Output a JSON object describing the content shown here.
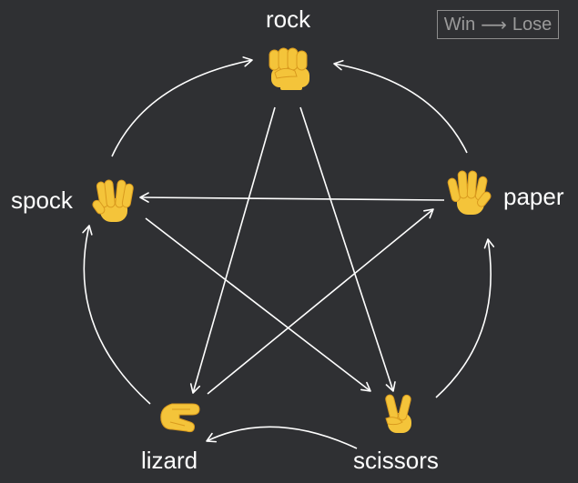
{
  "legend": {
    "win": "Win",
    "arrow": "⟶",
    "lose": "Lose"
  },
  "nodes": {
    "rock": {
      "label": "rock",
      "icon": "raised-fist-icon"
    },
    "paper": {
      "label": "paper",
      "icon": "raised-hand-fingers-splayed-icon"
    },
    "scissors": {
      "label": "scissors",
      "icon": "victory-hand-icon"
    },
    "lizard": {
      "label": "lizard",
      "icon": "pinching-hand-icon"
    },
    "spock": {
      "label": "spock",
      "icon": "vulcan-salute-icon"
    }
  },
  "beats": [
    {
      "from": "rock",
      "to": "scissors"
    },
    {
      "from": "rock",
      "to": "lizard"
    },
    {
      "from": "paper",
      "to": "rock"
    },
    {
      "from": "paper",
      "to": "spock"
    },
    {
      "from": "scissors",
      "to": "paper"
    },
    {
      "from": "scissors",
      "to": "lizard"
    },
    {
      "from": "lizard",
      "to": "spock"
    },
    {
      "from": "lizard",
      "to": "paper"
    },
    {
      "from": "spock",
      "to": "rock"
    },
    {
      "from": "spock",
      "to": "scissors"
    }
  ],
  "colors": {
    "background": "#2f3033",
    "arrow": "#ffffff",
    "emoji_skin": "#f4c43a",
    "emoji_shadow": "#d99a1e",
    "legend": "#9a9a9a"
  }
}
